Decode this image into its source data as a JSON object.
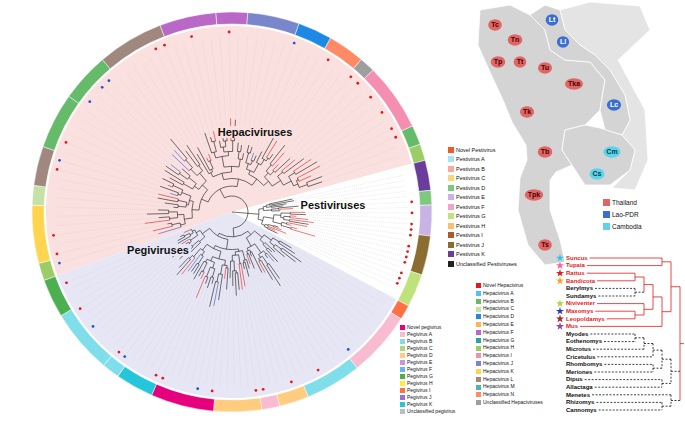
{
  "diagram": {
    "labels": [
      "Hepaciviruses",
      "Pestiviruses",
      "Pegiviruses",
      "Tc",
      "Tn",
      "Lt",
      "Ll",
      "Tp",
      "Tt",
      "Tu",
      "Tka",
      "Lc",
      "Tk",
      "Tb",
      "Cm",
      "Cs",
      "Tpk",
      "Ts",
      "Suncus",
      "Tupaia",
      "Rattus",
      "Bandicota",
      "Berylmys",
      "Sundamys",
      "Niviventer",
      "Maxomys",
      "Leopoldamys",
      "Mus",
      "Myodes",
      "Eothenomys",
      "Microtus",
      "Cricetulus",
      "Rhombomys",
      "Meriones",
      "Dipus",
      "Allactaga",
      "Menetes",
      "Rhizomys",
      "Cannomys"
    ],
    "legend": [
      {
        "text": "Thailand",
        "color": "#e06666"
      },
      {
        "text": "Lao-PDR",
        "color": "#3a6fd0"
      },
      {
        "text": "Cambodia",
        "color": "#5ed3ea"
      },
      {
        "text": "Novel Pestivirus",
        "color": "#f05a28"
      },
      {
        "text": "Pestivirus A",
        "color": "#a8e4ef"
      },
      {
        "text": "Pestivirus B",
        "color": "#f7a8a0"
      },
      {
        "text": "Pestivirus C",
        "color": "#f9d67a"
      },
      {
        "text": "Pestivirus D",
        "color": "#7fc97f"
      },
      {
        "text": "Pestivirus E",
        "color": "#c9b3e6"
      },
      {
        "text": "Pestivirus F",
        "color": "#f4a3c8"
      },
      {
        "text": "Pestivirus G",
        "color": "#bfe37a"
      },
      {
        "text": "Pestivirus H",
        "color": "#fdbf6f"
      },
      {
        "text": "Pestivirus I",
        "color": "#b15928"
      },
      {
        "text": "Pestivirus J",
        "color": "#8c6d31"
      },
      {
        "text": "Pestivirus K",
        "color": "#6a3d9a"
      },
      {
        "text": "Unclassified Pestiviruses",
        "color": "#222222"
      },
      {
        "text": "Novel Hepacivirus",
        "color": "#e31a1c"
      },
      {
        "text": "Hepacivirus A",
        "color": "#4fc3f7"
      },
      {
        "text": "Hepacivirus B",
        "color": "#66bb6a"
      },
      {
        "text": "Hepacivirus C",
        "color": "#c5e1a5"
      },
      {
        "text": "Hepacivirus D",
        "color": "#1e88e5"
      },
      {
        "text": "Hepacivirus E",
        "color": "#ffb74d"
      },
      {
        "text": "Hepacivirus F",
        "color": "#ba68c8"
      },
      {
        "text": "Hepacivirus G",
        "color": "#26a69a"
      },
      {
        "text": "Hepacivirus H",
        "color": "#9ccc65"
      },
      {
        "text": "Hepacivirus I",
        "color": "#f48fb1"
      },
      {
        "text": "Hepacivirus J",
        "color": "#7986cb"
      },
      {
        "text": "Hepacivirus K",
        "color": "#ffd54f"
      },
      {
        "text": "Hepacivirus L",
        "color": "#a1887f"
      },
      {
        "text": "Hepacivirus M",
        "color": "#4db6ac"
      },
      {
        "text": "Hepacivirus N",
        "color": "#ff8a65"
      },
      {
        "text": "Unclassified Hepaciviruses",
        "color": "#9e9e9e"
      },
      {
        "text": "Novel pegivirus",
        "color": "#e6007e"
      },
      {
        "text": "Pegivirus A",
        "color": "#f8bbd0"
      },
      {
        "text": "Pegivirus B",
        "color": "#80deea"
      },
      {
        "text": "Pegivirus C",
        "color": "#aed581"
      },
      {
        "text": "Pegivirus D",
        "color": "#ffcc80"
      },
      {
        "text": "Pegivirus E",
        "color": "#ce93d8"
      },
      {
        "text": "Pegivirus F",
        "color": "#64b5f6"
      },
      {
        "text": "Pegivirus G",
        "color": "#4caf50"
      },
      {
        "text": "Pegivirus H",
        "color": "#ffeb3b"
      },
      {
        "text": "Pegivirus I",
        "color": "#ff7043"
      },
      {
        "text": "Pegivirus J",
        "color": "#9575cd"
      },
      {
        "text": "Pegivirus K",
        "color": "#26c6da"
      },
      {
        "text": "Unclassified pegivirus",
        "color": "#bdbdbd"
      }
    ]
  }
}
